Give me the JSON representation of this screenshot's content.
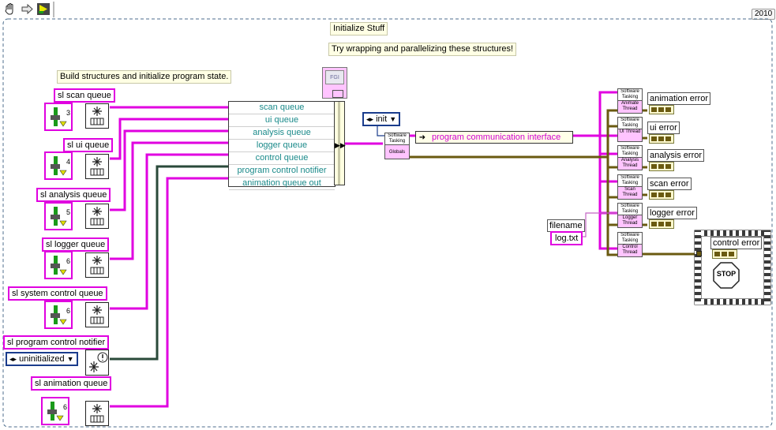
{
  "toolbar": {
    "hand_tool_icon": "hand-icon",
    "arrow_tool_icon": "arrow-icon",
    "run_tool_icon": "run-icon"
  },
  "version_badge": "2010",
  "frame_title": "Initialize Stuff",
  "notes": {
    "wrap_hint": "Try wrapping and parallelizing these structures!",
    "build_hint": "Build structures and initialize program state."
  },
  "left_labels": {
    "scan": "sl scan queue",
    "ui": "sl ui queue",
    "analysis": "sl analysis queue",
    "logger": "sl logger queue",
    "system_control": "sl system control queue",
    "program_control": "sl program control notifier",
    "animation": "sl animation queue"
  },
  "constants": {
    "scan": "3",
    "ui": "4",
    "analysis": "5",
    "logger": "6",
    "system_control": "6",
    "animation": "6"
  },
  "notifier_enum": "uninitialized",
  "bundle_fields": [
    "scan queue",
    "ui queue",
    "analysis queue",
    "logger queue",
    "control queue",
    "program control notifier",
    "animation queue out"
  ],
  "bundle_icon_label": "FGI",
  "init_enum": "init",
  "globals_subvi": {
    "header": "Software Tasking",
    "body": "Globals"
  },
  "interface_label": "program communication interface",
  "threads": [
    {
      "header": "Software Tasking",
      "body": "Animate Thread",
      "error": "animation error"
    },
    {
      "header": "Software Tasking",
      "body": "UI Thread",
      "error": "ui error"
    },
    {
      "header": "Software Tasking",
      "body": "Analysis Thread",
      "error": "analysis error"
    },
    {
      "header": "Software Tasking",
      "body": "Scan Thread",
      "error": "scan error"
    },
    {
      "header": "Software Tasking",
      "body": "Logger Thread",
      "error": "logger error"
    },
    {
      "header": "Software Tasking",
      "body": "Control Thread",
      "error": ""
    }
  ],
  "filename_label": "filename",
  "filename_value": "log.txt",
  "control_error": "control error",
  "stop_label": "STOP",
  "colors": {
    "queue_wire": "#e000e0",
    "error_wire": "#6a5a10",
    "notifier_wire": "#2a4a3a",
    "canvas_border": "#4c6e8c",
    "note_bg": "#ffffe4",
    "subvi_bg": "#ffc4ff"
  }
}
